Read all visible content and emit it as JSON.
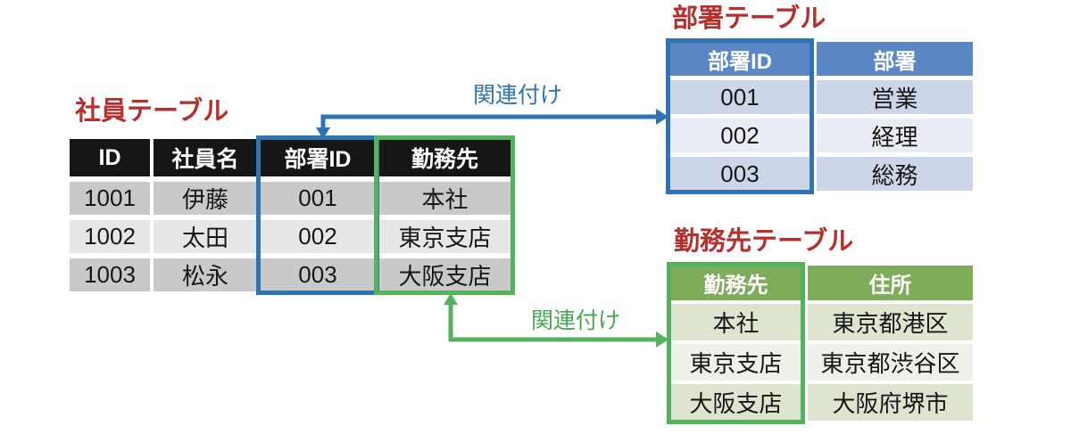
{
  "employee_table": {
    "title": "社員テーブル",
    "headers": [
      "ID",
      "社員名",
      "部署ID",
      "勤務先"
    ],
    "rows": [
      [
        "1001",
        "伊藤",
        "001",
        "本社"
      ],
      [
        "1002",
        "太田",
        "002",
        "東京支店"
      ],
      [
        "1003",
        "松永",
        "003",
        "大阪支店"
      ]
    ]
  },
  "department_table": {
    "title": "部署テーブル",
    "headers": [
      "部署ID",
      "部署"
    ],
    "rows": [
      [
        "001",
        "営業"
      ],
      [
        "002",
        "経理"
      ],
      [
        "003",
        "総務"
      ]
    ]
  },
  "worksite_table": {
    "title": "勤務先テーブル",
    "headers": [
      "勤務先",
      "住所"
    ],
    "rows": [
      [
        "本社",
        "東京都港区"
      ],
      [
        "東京支店",
        "東京都渋谷区"
      ],
      [
        "大阪支店",
        "大阪府堺市"
      ]
    ]
  },
  "relations": [
    {
      "label": "関連付け",
      "from": "社員テーブル.部署ID",
      "to": "部署テーブル.部署ID",
      "color": "#2e74b5"
    },
    {
      "label": "関連付け",
      "from": "社員テーブル.勤務先",
      "to": "勤務先テーブル.勤務先",
      "color": "#53b25c"
    }
  ],
  "colors": {
    "title_red": "#b5302d",
    "accent_blue": "#2e74b5",
    "accent_green": "#53b25c",
    "employee_header_bg": "#161616",
    "department_header_bg": "#5b87c5",
    "worksite_header_bg": "#7fac5b"
  }
}
